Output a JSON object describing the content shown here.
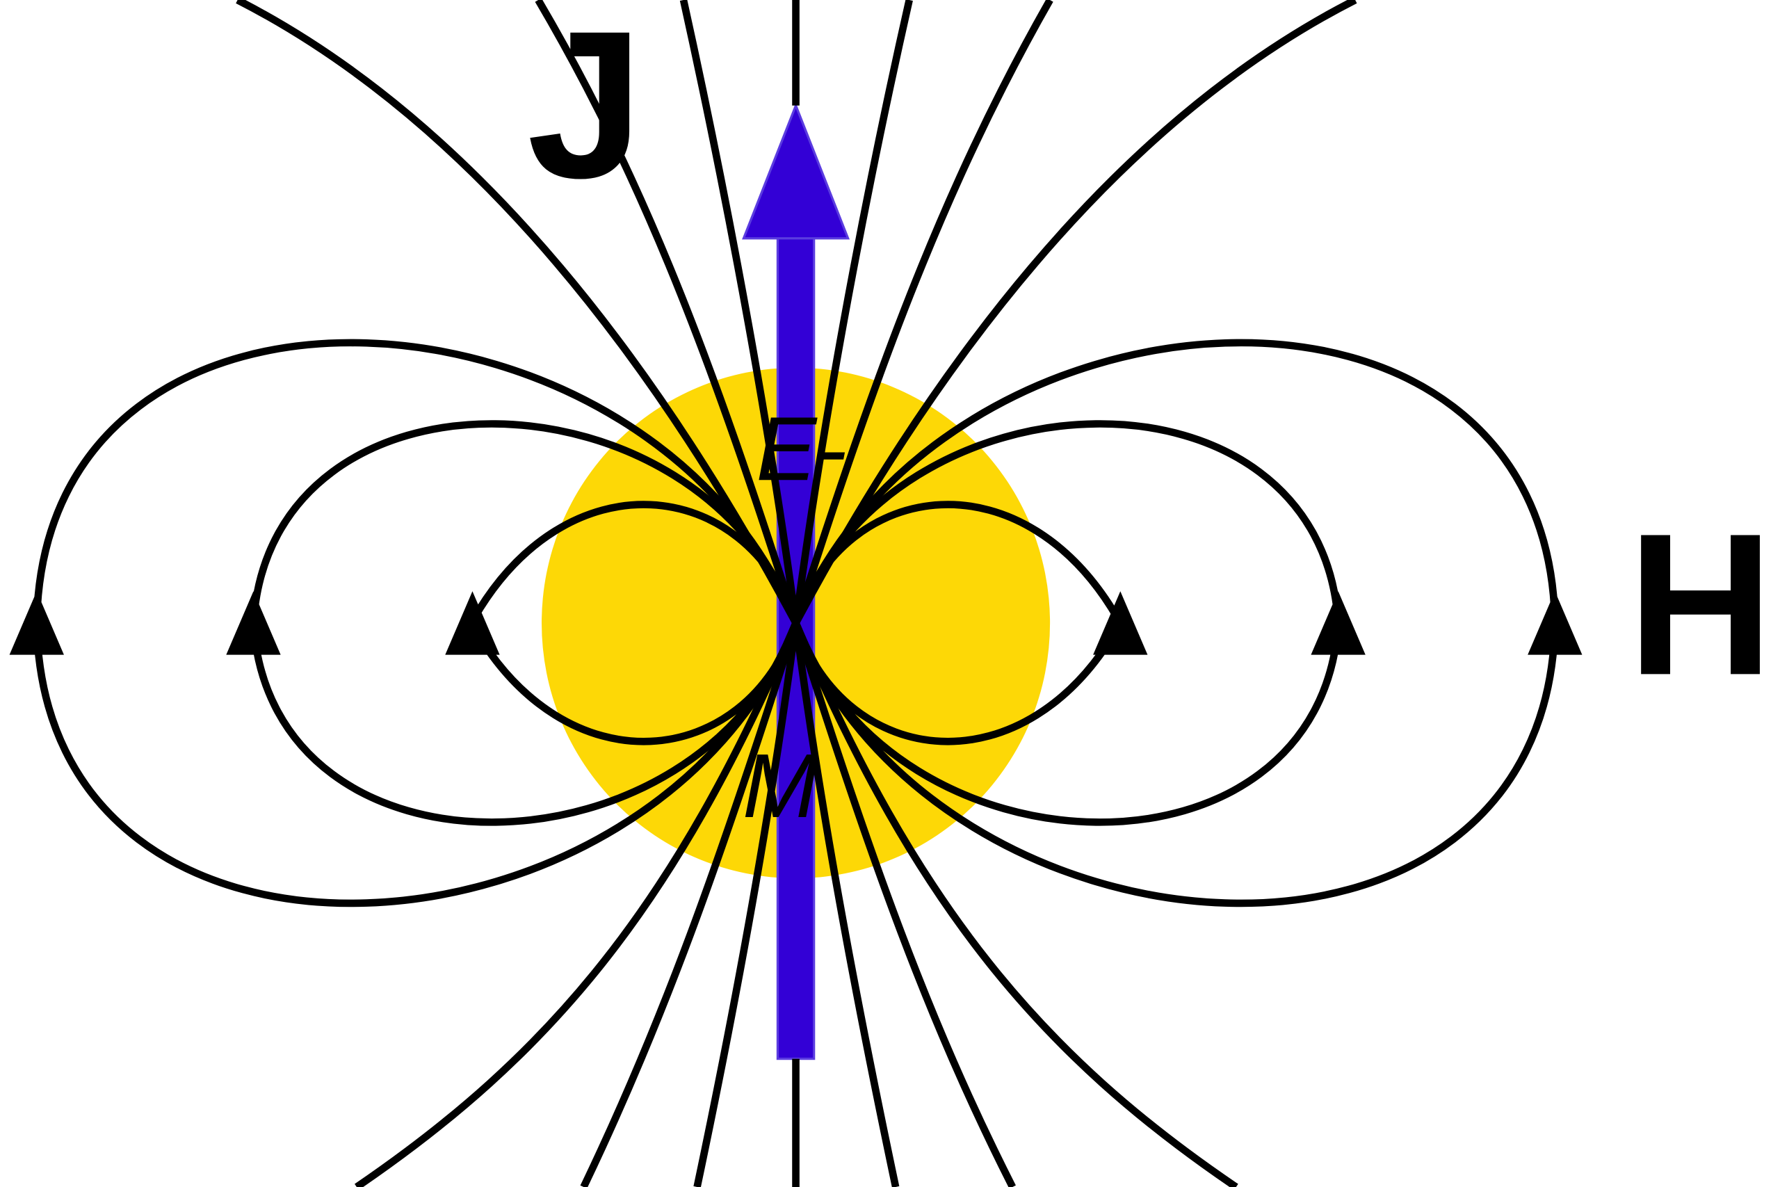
{
  "labels": {
    "spin": "J",
    "field": "H",
    "charge": "E-",
    "moment": "M"
  },
  "colors": {
    "particle": "#FDD806",
    "moment_arrow": "#3300D6",
    "moment_arrow_outline": "#5B3CE0",
    "field_lines": "#000000"
  }
}
